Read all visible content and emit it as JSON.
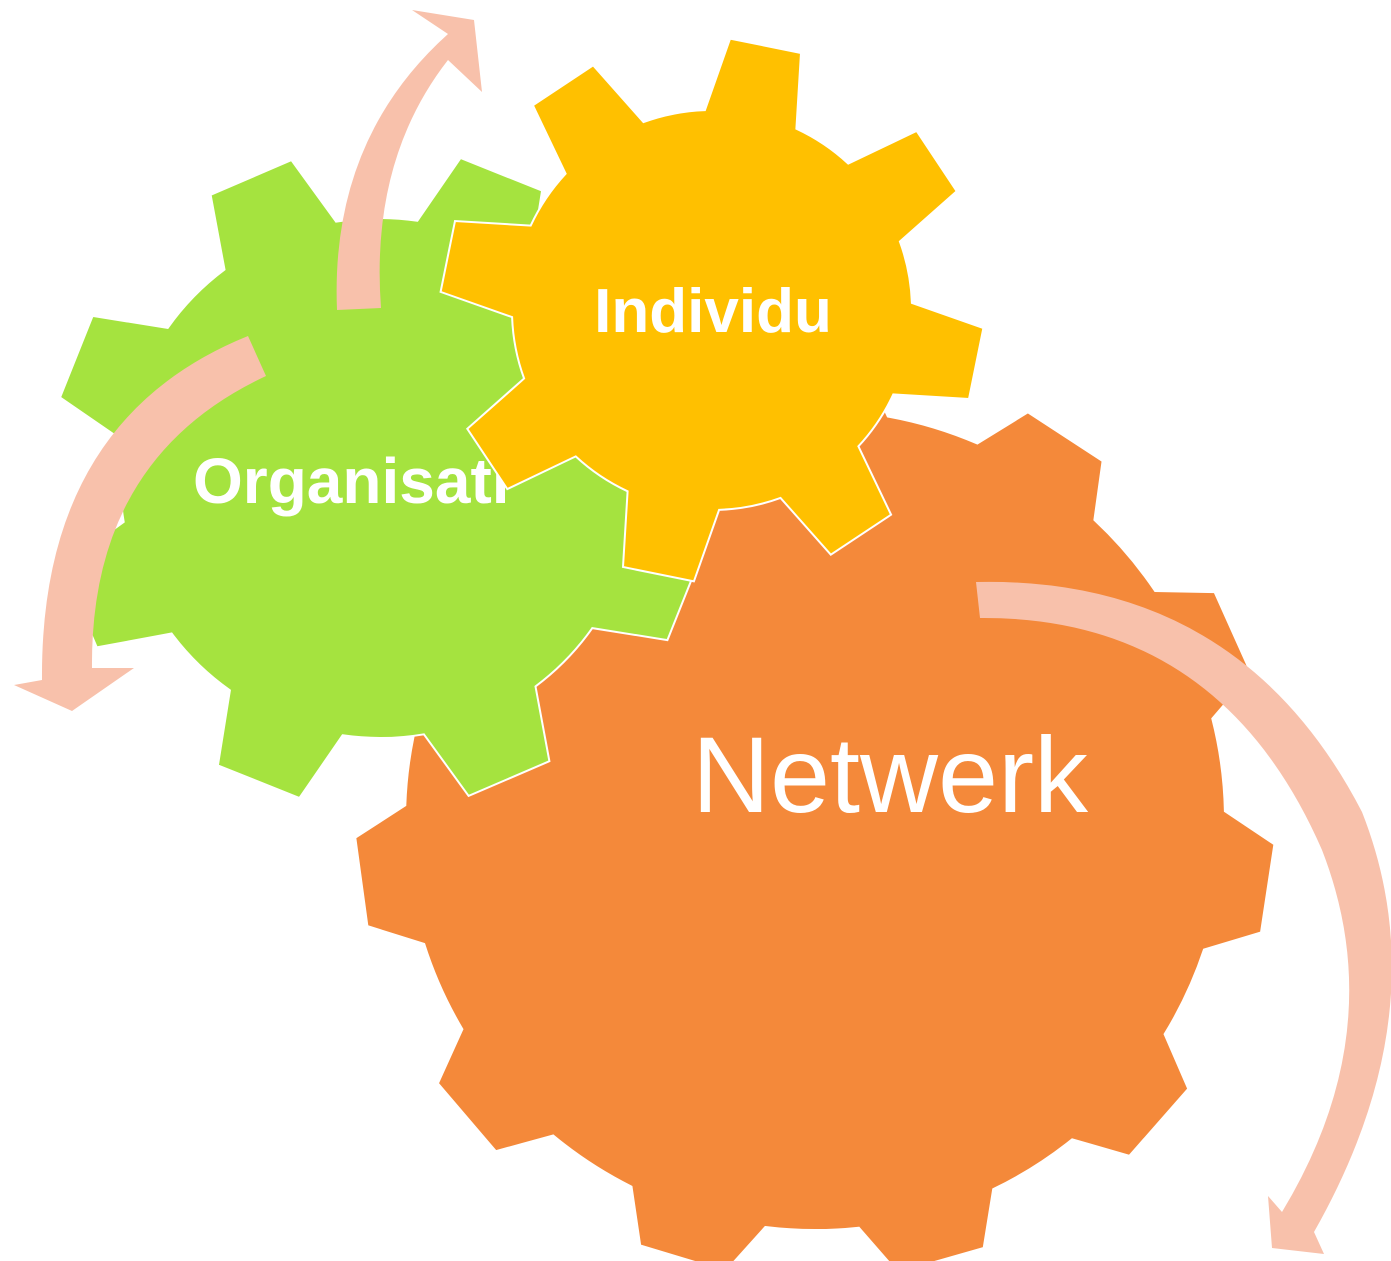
{
  "diagram": {
    "gears": [
      {
        "id": "netwerk",
        "label": "Netwerk",
        "color": "#F4893A"
      },
      {
        "id": "organisatie",
        "label": "Organisati",
        "color": "#A5E33F"
      },
      {
        "id": "individu",
        "label": "Individu",
        "color": "#FFC000"
      }
    ],
    "arrow_color": "#F8C1AB",
    "background": "#FFFFFF"
  }
}
